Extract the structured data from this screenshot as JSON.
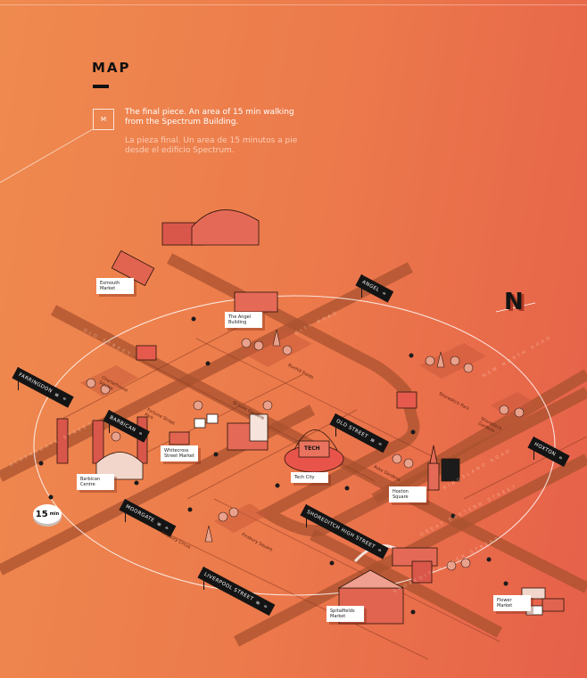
{
  "header": {
    "title": "MAP",
    "marker": "M",
    "description_en": "The final piece. An area of 15 min walking from the Spectrum Building.",
    "description_es": "La pieza final. Un area de 15 minutos a pie desde el edificio Spectrum."
  },
  "colors": {
    "background_left": "#ef8a4f",
    "background_right": "#e6604a",
    "road": "#a9512f",
    "building": "#e0604c",
    "sign": "#141414"
  },
  "walk_badge": {
    "value": "15",
    "unit": "min"
  },
  "compass": {
    "label": "N"
  },
  "stations": [
    {
      "name": "FARRINGDON",
      "icons": [
        "rail-icon",
        "underground-icon"
      ]
    },
    {
      "name": "BARBICAN",
      "icons": [
        "underground-icon"
      ]
    },
    {
      "name": "MOORGATE",
      "icons": [
        "rail-icon",
        "underground-icon"
      ]
    },
    {
      "name": "LIVERPOOL STREET",
      "icons": [
        "rail-icon",
        "underground-icon"
      ]
    },
    {
      "name": "SHOREDITCH HIGH STREET",
      "icons": [
        "overground-icon"
      ]
    },
    {
      "name": "OLD STREET",
      "icons": [
        "rail-icon",
        "underground-icon"
      ]
    },
    {
      "name": "ANGEL",
      "icons": [
        "underground-icon"
      ]
    },
    {
      "name": "HOXTON",
      "icons": [
        "overground-icon"
      ]
    }
  ],
  "places": [
    "Exmouth Market",
    "The Angel Building",
    "Barbican Centre",
    "Whitecross Street Market",
    "Tech City",
    "Hoxton Square",
    "Spitalfields Market",
    "Flower Market"
  ],
  "parks": [
    "Charterhouse Square",
    "Fortune Street Park",
    "St Luke Gardens",
    "Bunhill Fields",
    "Shoreditch Park",
    "Aske Gardens",
    "Shoreditch Gardens",
    "Finsbury Circus",
    "Finsbury Square"
  ],
  "roads": [
    "CITY ROAD",
    "ALDERSGATE STREET",
    "OLD STREET",
    "NEW NORTH ROAD",
    "KINGSLAND ROAD",
    "GREAT EASTERN STREET",
    "SHOREDITCH HIGH STREET"
  ],
  "landmark_text": {
    "tech": "TECH"
  }
}
